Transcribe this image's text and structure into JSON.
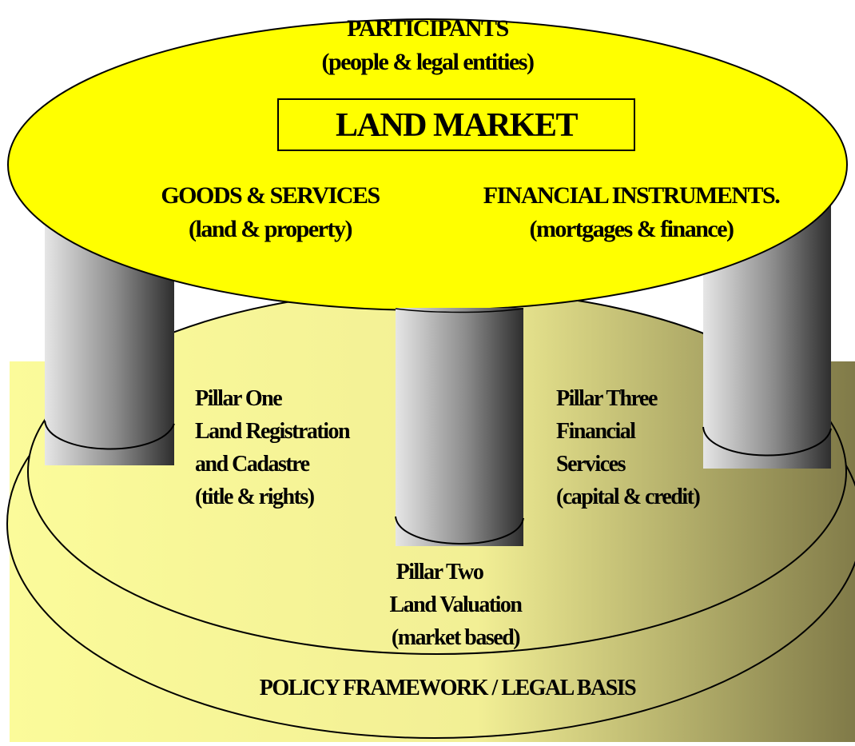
{
  "colors": {
    "platform_face": "#fbfb9a",
    "platform_shadow": "#807a48",
    "disc_yellow": "#ffff00",
    "pillar_light": "#e6e6e6",
    "pillar_dark": "#2e2e2e",
    "outline": "#000000",
    "background": "#ffffff"
  },
  "top": {
    "participants_title": "PARTICIPANTS",
    "participants_sub": "(people & legal entities)",
    "market_title": "LAND MARKET",
    "goods_title": "GOODS & SERVICES",
    "goods_sub": "(land & property)",
    "finance_title": "FINANCIAL INSTRUMENTS.",
    "finance_sub": "(mortgages & finance)"
  },
  "pillars": [
    {
      "lines": [
        "Pillar One",
        "Land Registration",
        "and Cadastre",
        "(title & rights)"
      ]
    },
    {
      "lines": [
        "Pillar Two",
        "Land Valuation",
        "(market based)"
      ]
    },
    {
      "lines": [
        "Pillar Three",
        "Financial",
        "Services",
        "(capital & credit)"
      ]
    }
  ],
  "base": {
    "label": "POLICY FRAMEWORK / LEGAL BASIS"
  }
}
